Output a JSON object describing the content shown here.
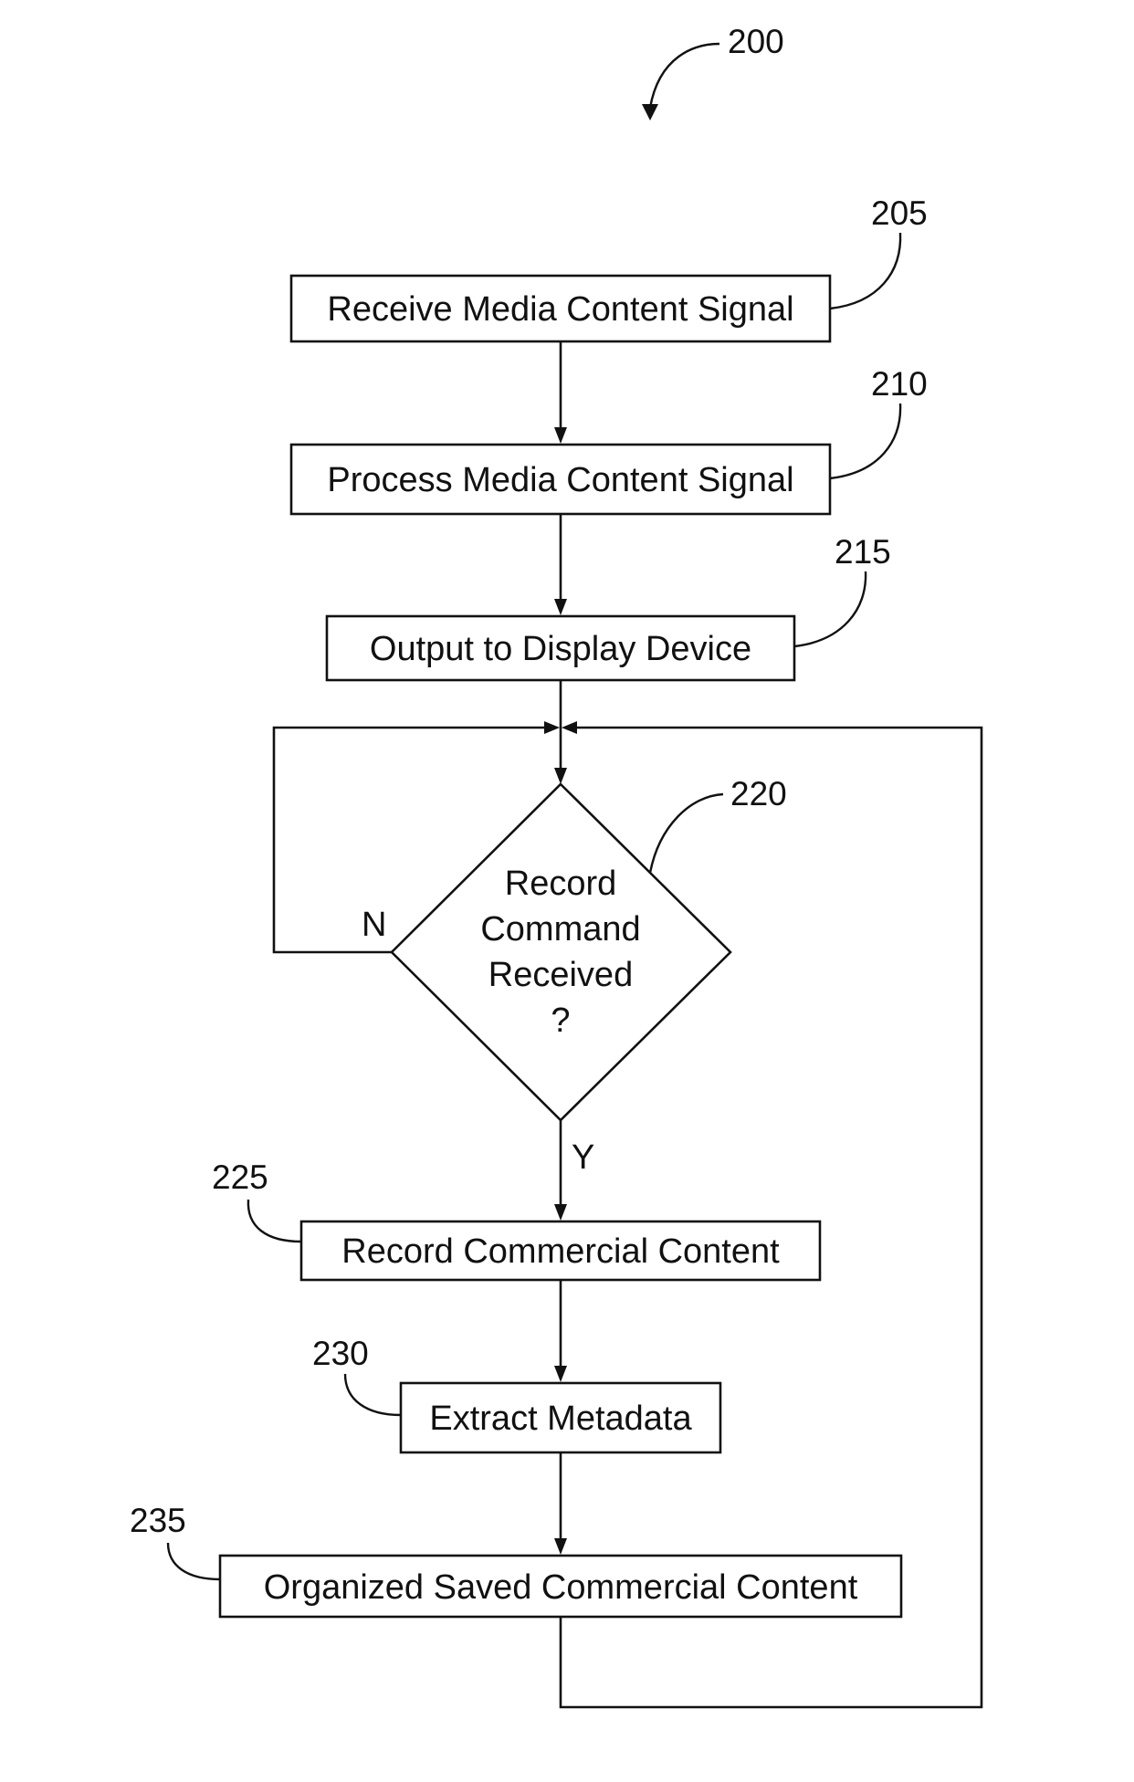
{
  "figure_ref": "200",
  "steps": {
    "s205": {
      "ref": "205",
      "label": "Receive Media Content Signal"
    },
    "s210": {
      "ref": "210",
      "label": "Process Media Content Signal"
    },
    "s215": {
      "ref": "215",
      "label": "Output to Display Device"
    },
    "s220": {
      "ref": "220",
      "lines": [
        "Record",
        "Command",
        "Received",
        "?"
      ]
    },
    "s225": {
      "ref": "225",
      "label": "Record Commercial Content"
    },
    "s230": {
      "ref": "230",
      "label": "Extract Metadata"
    },
    "s235": {
      "ref": "235",
      "label": "Organized Saved Commercial Content"
    }
  },
  "branches": {
    "no": "N",
    "yes": "Y"
  }
}
